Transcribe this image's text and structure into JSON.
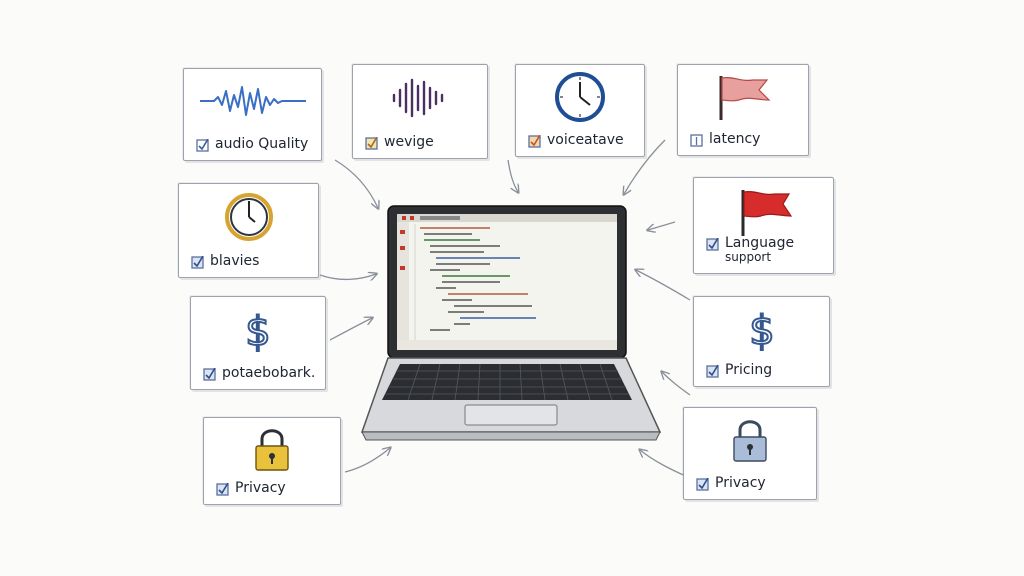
{
  "cards": [
    {
      "id": "audio-quality",
      "label": "audio Quality",
      "label2": "",
      "icon": "waveform-icon",
      "color": "#3a6fc4"
    },
    {
      "id": "wevige",
      "label": "wevige",
      "label2": "",
      "icon": "soundwave-icon",
      "color": "#4b2f63"
    },
    {
      "id": "voiceatave",
      "label": "voiceatave",
      "label2": "",
      "icon": "clock-icon",
      "color": "#1f4e95"
    },
    {
      "id": "latency",
      "label": "latency",
      "label2": "",
      "icon": "flag-icon",
      "color": "#e39a98"
    },
    {
      "id": "blavies",
      "label": "blavies",
      "label2": "",
      "icon": "clock-icon",
      "color": "#d6a531"
    },
    {
      "id": "language-support",
      "label": "Language",
      "label2": "support",
      "icon": "flag-icon",
      "color": "#d62c2c"
    },
    {
      "id": "potaeboback",
      "label": "potaebobark.",
      "label2": "",
      "icon": "dollar-icon",
      "color": "#35598f"
    },
    {
      "id": "pricing",
      "label": "Pricing",
      "label2": "",
      "icon": "dollar-icon",
      "color": "#35598f"
    },
    {
      "id": "privacy-left",
      "label": "Privacy",
      "label2": "",
      "icon": "lock-icon",
      "color": "#e9c13a"
    },
    {
      "id": "privacy-right",
      "label": "Privacy",
      "label2": "",
      "icon": "lock-icon",
      "color": "#8fa8c8"
    }
  ],
  "laptop": {
    "screen": "code-editor",
    "accent": "#c0392b"
  }
}
